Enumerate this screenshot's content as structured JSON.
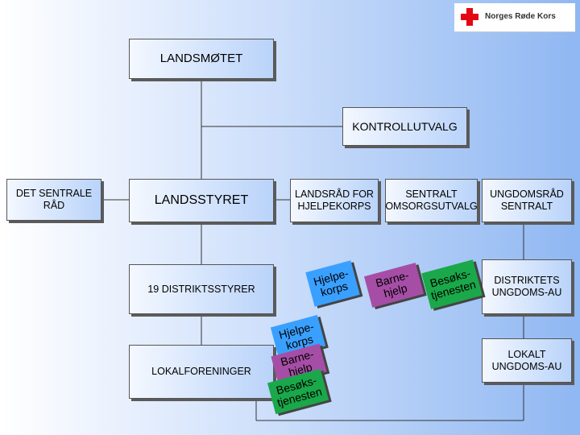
{
  "logo": {
    "org_name": "Norges Røde Kors",
    "colors": {
      "cross": "#e30613"
    }
  },
  "boxes": {
    "landsmotet": "LANDSMØTET",
    "kontrollutvalg": "KONTROLLUTVALG",
    "det_sentrale_rad_1": "DET SENTRALE",
    "det_sentrale_rad_2": "RÅD",
    "landsstyret": "LANDSSTYRET",
    "landsrad_1": "LANDSRÅD FOR",
    "landsrad_2": "HJELPEKORPS",
    "sentralt_1": "SENTRALT",
    "sentralt_2": "OMSORGSUTVALG",
    "ungdomsrad_1": "UNGDOMSRÅD",
    "ungdomsrad_2": "SENTRALT",
    "distriktsstyrer": "19 DISTRIKTSSTYRER",
    "distriktets_1": "DISTRIKTETS",
    "distriktets_2": "UNGDOMS-AU",
    "lokalforeninger": "LOKALFORENINGER",
    "lokalt_1": "LOKALT",
    "lokalt_2": "UNGDOMS-AU"
  },
  "stickers": {
    "hjelpekorps_1": "Hjelpe-",
    "hjelpekorps_2": "korps",
    "barnehjelp_1": "Barne-",
    "barnehjelp_2": "hjelp",
    "besokstjenesten_1": "Besøks-",
    "besokstjenesten_2": "tjenesten"
  },
  "colors": {
    "hjelpekorps": "#3aa0ff",
    "barnehjelp": "#a64ea6",
    "besokstjenesten": "#1aa84a"
  }
}
